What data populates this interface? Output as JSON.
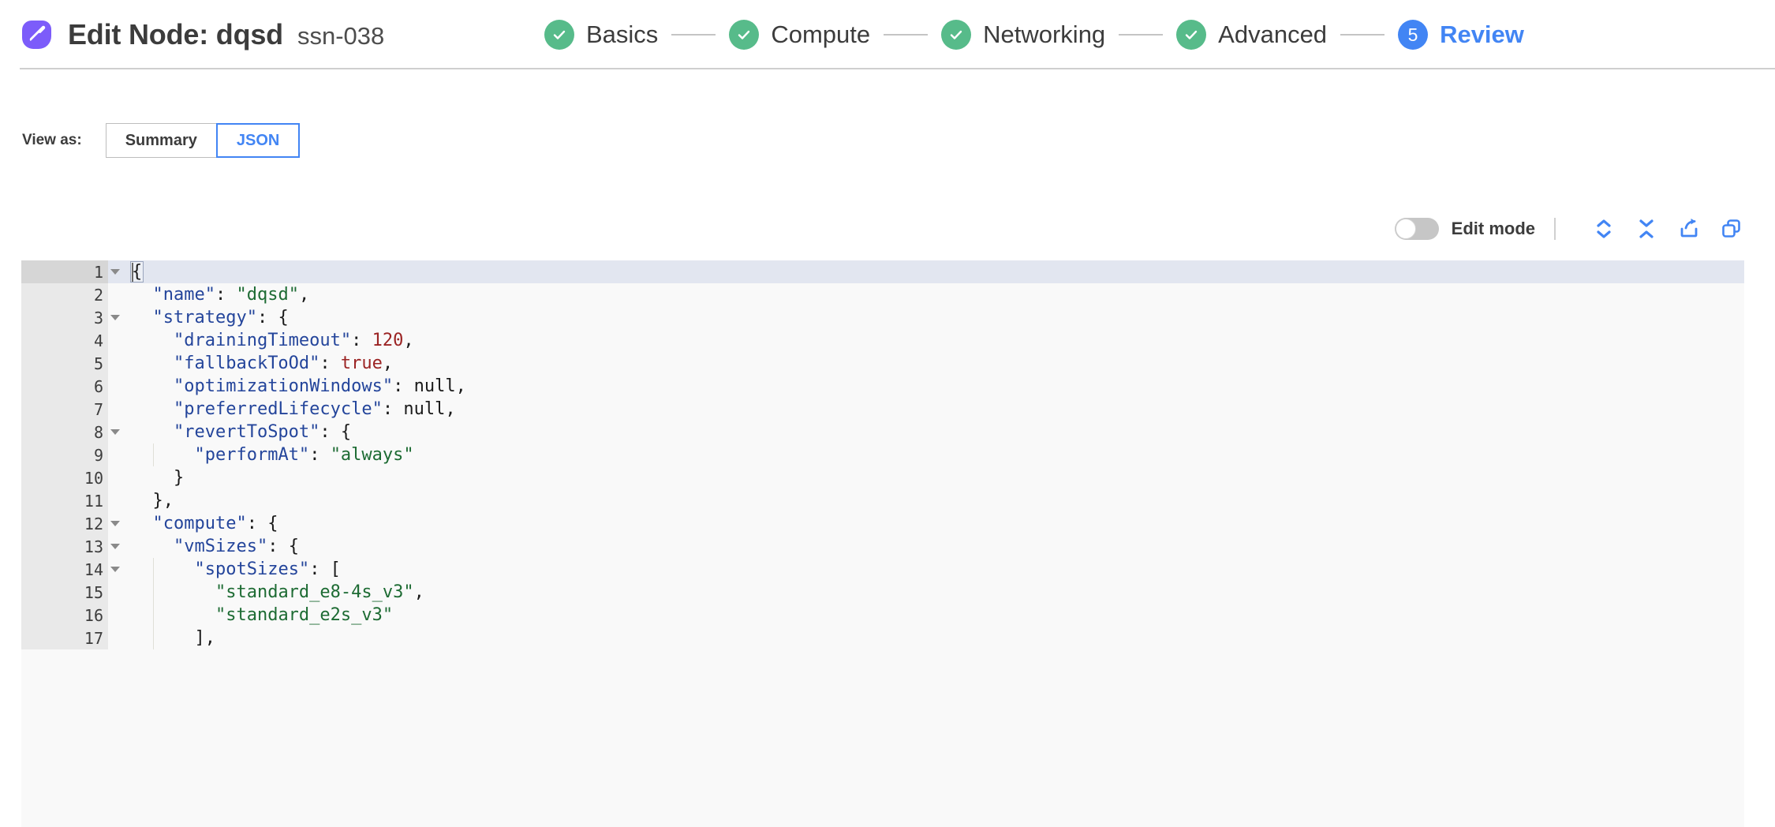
{
  "header": {
    "logo_icon": "spot-logo-icon",
    "title": "Edit Node: dqsd",
    "subtitle": "ssn-038"
  },
  "stepper": {
    "steps": [
      {
        "label": "Basics",
        "state": "done",
        "badge": "check"
      },
      {
        "label": "Compute",
        "state": "done",
        "badge": "check"
      },
      {
        "label": "Networking",
        "state": "done",
        "badge": "check"
      },
      {
        "label": "Advanced",
        "state": "done",
        "badge": "check"
      },
      {
        "label": "Review",
        "state": "current",
        "badge": "5"
      }
    ],
    "done_color": "#57bb8a",
    "current_color": "#4285f4",
    "connector_color": "#c4c4c4"
  },
  "view_as": {
    "label": "View as:",
    "options": [
      "Summary",
      "JSON"
    ],
    "selected": "JSON",
    "summary_label": "Summary",
    "json_label": "JSON"
  },
  "editor_toolbar": {
    "edit_mode_label": "Edit mode",
    "edit_mode_on": false,
    "icons": [
      {
        "name": "expand-all-icon",
        "title": "Expand all"
      },
      {
        "name": "collapse-all-icon",
        "title": "Collapse all"
      },
      {
        "name": "share-export-icon",
        "title": "Export"
      },
      {
        "name": "copy-icon",
        "title": "Copy"
      }
    ],
    "icon_color": "#4285f4"
  },
  "code_editor": {
    "language": "json",
    "active_line": 1,
    "background": "#f9f9f9",
    "gutter_background": "#e9e9e9",
    "active_line_background": "#e2e6f0",
    "lines": [
      {
        "n": 1,
        "fold": true,
        "indent": 0,
        "tokens": [
          {
            "t": "bracket-cursor",
            "v": "{"
          }
        ]
      },
      {
        "n": 2,
        "fold": false,
        "indent": 1,
        "tokens": [
          {
            "t": "key",
            "v": "\"name\""
          },
          {
            "t": "punct",
            "v": ": "
          },
          {
            "t": "str",
            "v": "\"dqsd\""
          },
          {
            "t": "punct",
            "v": ","
          }
        ]
      },
      {
        "n": 3,
        "fold": true,
        "indent": 1,
        "tokens": [
          {
            "t": "key",
            "v": "\"strategy\""
          },
          {
            "t": "punct",
            "v": ": {"
          }
        ]
      },
      {
        "n": 4,
        "fold": false,
        "indent": 2,
        "tokens": [
          {
            "t": "key",
            "v": "\"drainingTimeout\""
          },
          {
            "t": "punct",
            "v": ": "
          },
          {
            "t": "num",
            "v": "120"
          },
          {
            "t": "punct",
            "v": ","
          }
        ]
      },
      {
        "n": 5,
        "fold": false,
        "indent": 2,
        "tokens": [
          {
            "t": "key",
            "v": "\"fallbackToOd\""
          },
          {
            "t": "punct",
            "v": ": "
          },
          {
            "t": "bool",
            "v": "true"
          },
          {
            "t": "punct",
            "v": ","
          }
        ]
      },
      {
        "n": 6,
        "fold": false,
        "indent": 2,
        "tokens": [
          {
            "t": "key",
            "v": "\"optimizationWindows\""
          },
          {
            "t": "punct",
            "v": ": "
          },
          {
            "t": "null",
            "v": "null"
          },
          {
            "t": "punct",
            "v": ","
          }
        ]
      },
      {
        "n": 7,
        "fold": false,
        "indent": 2,
        "tokens": [
          {
            "t": "key",
            "v": "\"preferredLifecycle\""
          },
          {
            "t": "punct",
            "v": ": "
          },
          {
            "t": "null",
            "v": "null"
          },
          {
            "t": "punct",
            "v": ","
          }
        ]
      },
      {
        "n": 8,
        "fold": true,
        "indent": 2,
        "tokens": [
          {
            "t": "key",
            "v": "\"revertToSpot\""
          },
          {
            "t": "punct",
            "v": ": {"
          }
        ]
      },
      {
        "n": 9,
        "fold": false,
        "indent": 3,
        "tokens": [
          {
            "t": "key",
            "v": "\"performAt\""
          },
          {
            "t": "punct",
            "v": ": "
          },
          {
            "t": "str",
            "v": "\"always\""
          }
        ]
      },
      {
        "n": 10,
        "fold": false,
        "indent": 2,
        "tokens": [
          {
            "t": "punct",
            "v": "}"
          }
        ]
      },
      {
        "n": 11,
        "fold": false,
        "indent": 1,
        "tokens": [
          {
            "t": "punct",
            "v": "},"
          }
        ]
      },
      {
        "n": 12,
        "fold": true,
        "indent": 1,
        "tokens": [
          {
            "t": "key",
            "v": "\"compute\""
          },
          {
            "t": "punct",
            "v": ": {"
          }
        ]
      },
      {
        "n": 13,
        "fold": true,
        "indent": 2,
        "tokens": [
          {
            "t": "key",
            "v": "\"vmSizes\""
          },
          {
            "t": "punct",
            "v": ": {"
          }
        ]
      },
      {
        "n": 14,
        "fold": true,
        "indent": 3,
        "tokens": [
          {
            "t": "key",
            "v": "\"spotSizes\""
          },
          {
            "t": "punct",
            "v": ": ["
          }
        ]
      },
      {
        "n": 15,
        "fold": false,
        "indent": 4,
        "tokens": [
          {
            "t": "str",
            "v": "\"standard_e8-4s_v3\""
          },
          {
            "t": "punct",
            "v": ","
          }
        ]
      },
      {
        "n": 16,
        "fold": false,
        "indent": 4,
        "tokens": [
          {
            "t": "str",
            "v": "\"standard_e2s_v3\""
          }
        ]
      },
      {
        "n": 17,
        "fold": false,
        "indent": 3,
        "tokens": [
          {
            "t": "punct",
            "v": "],"
          }
        ]
      }
    ]
  }
}
